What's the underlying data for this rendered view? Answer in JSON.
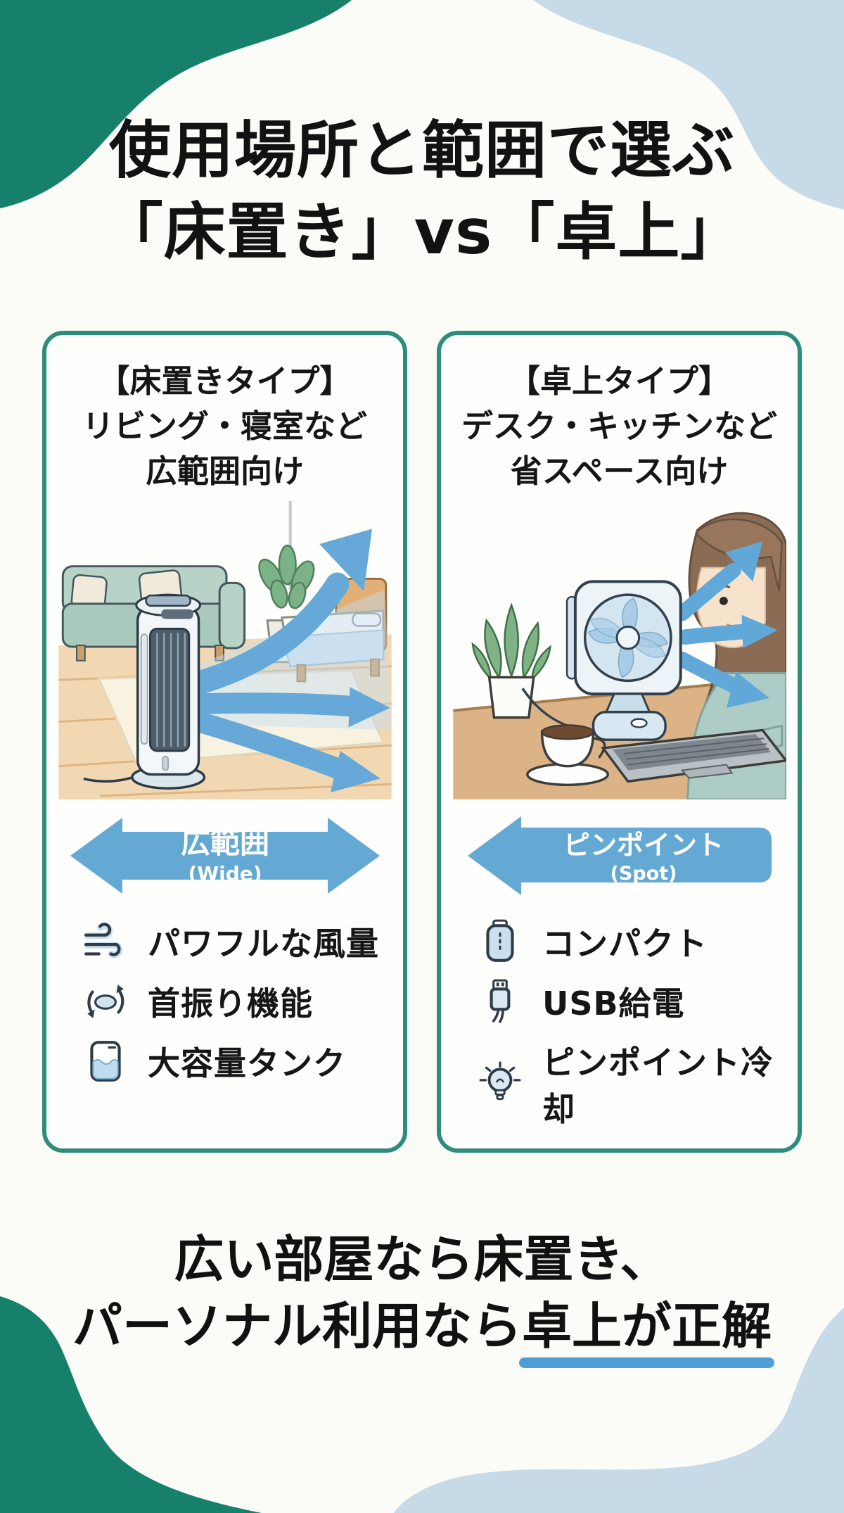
{
  "page": {
    "background": "#FBFBF7",
    "accent_teal": "#17806A",
    "card_border_teal": "#2E8C7A",
    "arrow_blue": "#64A8D4",
    "underline_blue": "#4D9FD6",
    "corner_blue": "#C7DAE8"
  },
  "title": {
    "line1": "使用場所と範囲で選ぶ",
    "line2": "「床置き」vs「卓上」"
  },
  "cards": {
    "floor": {
      "header": "【床置きタイプ】\nリビング・寝室など\n広範囲向け",
      "illustration": "living-room-tower-cooler-with-airflow",
      "banner": {
        "label": "広範囲",
        "sublabel": "(Wide)"
      },
      "features": [
        {
          "icon": "wind-icon",
          "label": "パワフルな風量"
        },
        {
          "icon": "oscillation-icon",
          "label": "首振り機能"
        },
        {
          "icon": "water-tank-icon",
          "label": "大容量タンク"
        }
      ]
    },
    "desktop": {
      "header": "【卓上タイプ】\nデスク・キッチンなど\n省スペース向け",
      "illustration": "desk-fan-woman-at-laptop-with-airflow",
      "banner": {
        "label": "ピンポイント",
        "sublabel": "(Spot)"
      },
      "features": [
        {
          "icon": "compact-icon",
          "label": "コンパクト"
        },
        {
          "icon": "usb-icon",
          "label": "USB給電"
        },
        {
          "icon": "bulb-icon",
          "label": "ピンポイント冷却"
        }
      ]
    }
  },
  "conclusion": {
    "line1": "広い部屋なら床置き、",
    "line2_prefix": "パーソナル利用なら",
    "line2_highlight": "卓上が正解"
  }
}
